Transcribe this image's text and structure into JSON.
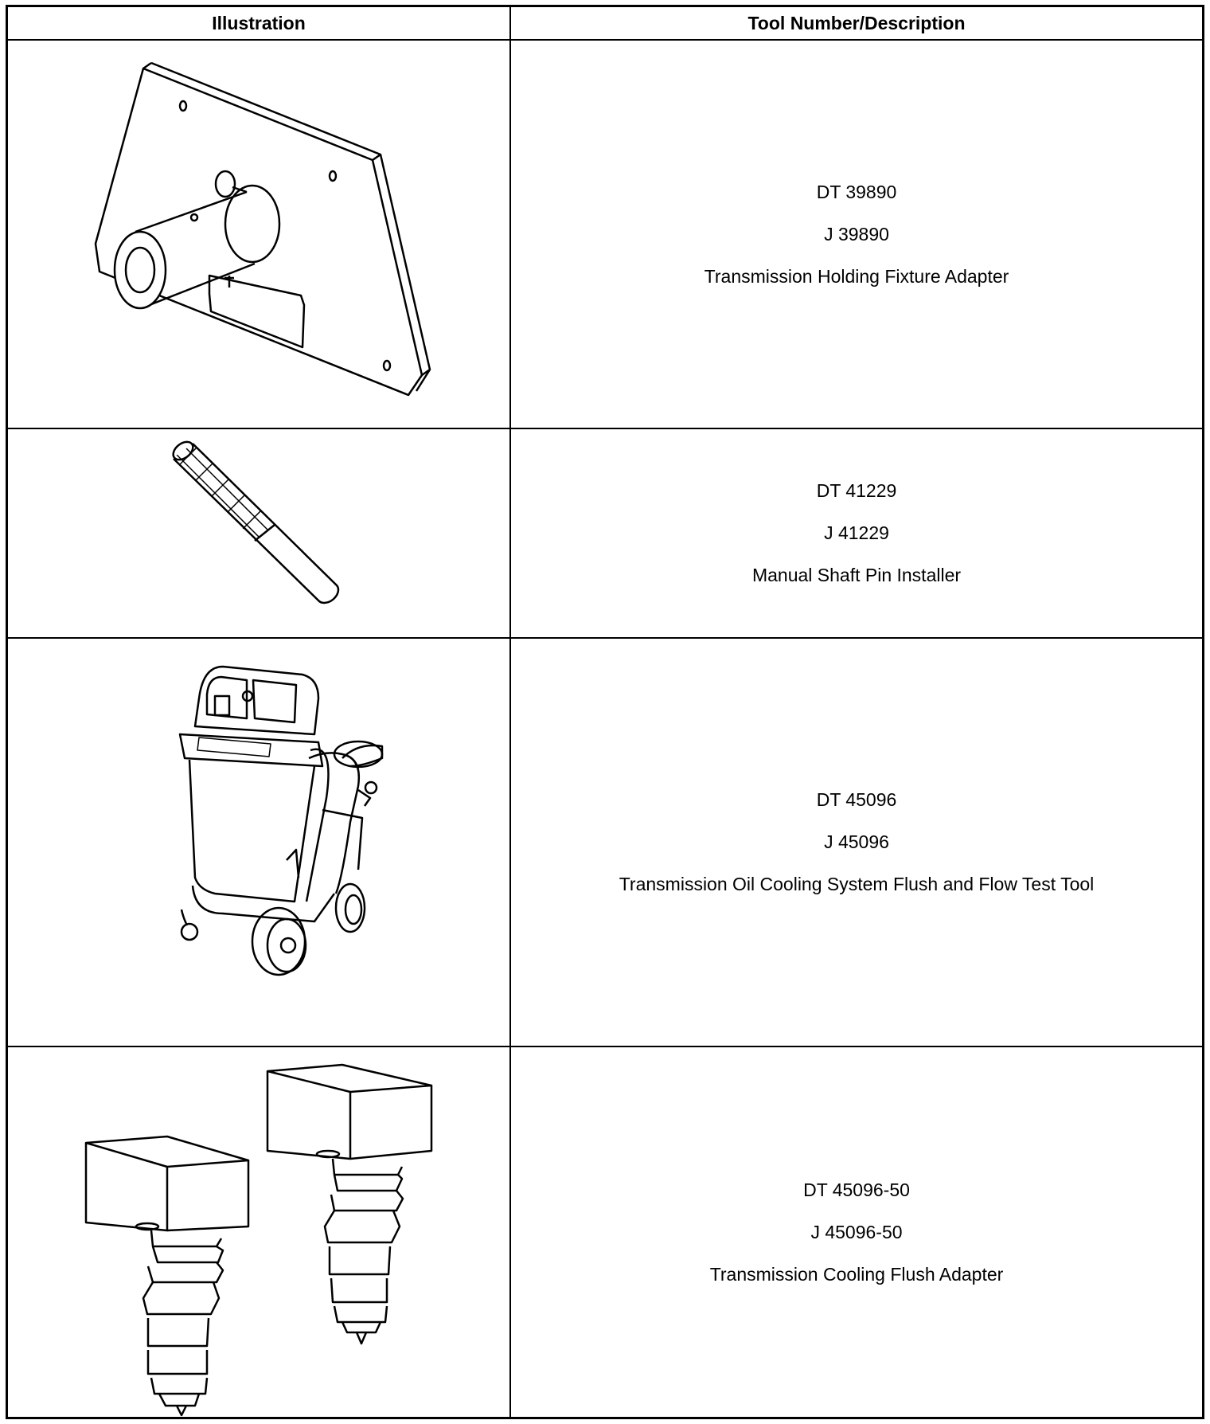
{
  "header": {
    "illustration": "Illustration",
    "tool": "Tool Number/Description"
  },
  "rows": [
    {
      "dt": "DT 39890",
      "j": "J 39890",
      "desc": "Transmission Holding Fixture Adapter",
      "illustration_icon": "holding-fixture-adapter-illustration"
    },
    {
      "dt": "DT 41229",
      "j": "J 41229",
      "desc": "Manual Shaft Pin Installer",
      "illustration_icon": "pin-installer-illustration"
    },
    {
      "dt": "DT 45096",
      "j": "J 45096",
      "desc": "Transmission Oil Cooling System Flush and Flow Test Tool",
      "illustration_icon": "flush-machine-illustration"
    },
    {
      "dt": "DT 45096-50",
      "j": "J 45096-50",
      "desc": "Transmission Cooling Flush Adapter",
      "illustration_icon": "flush-adapter-illustration"
    }
  ]
}
